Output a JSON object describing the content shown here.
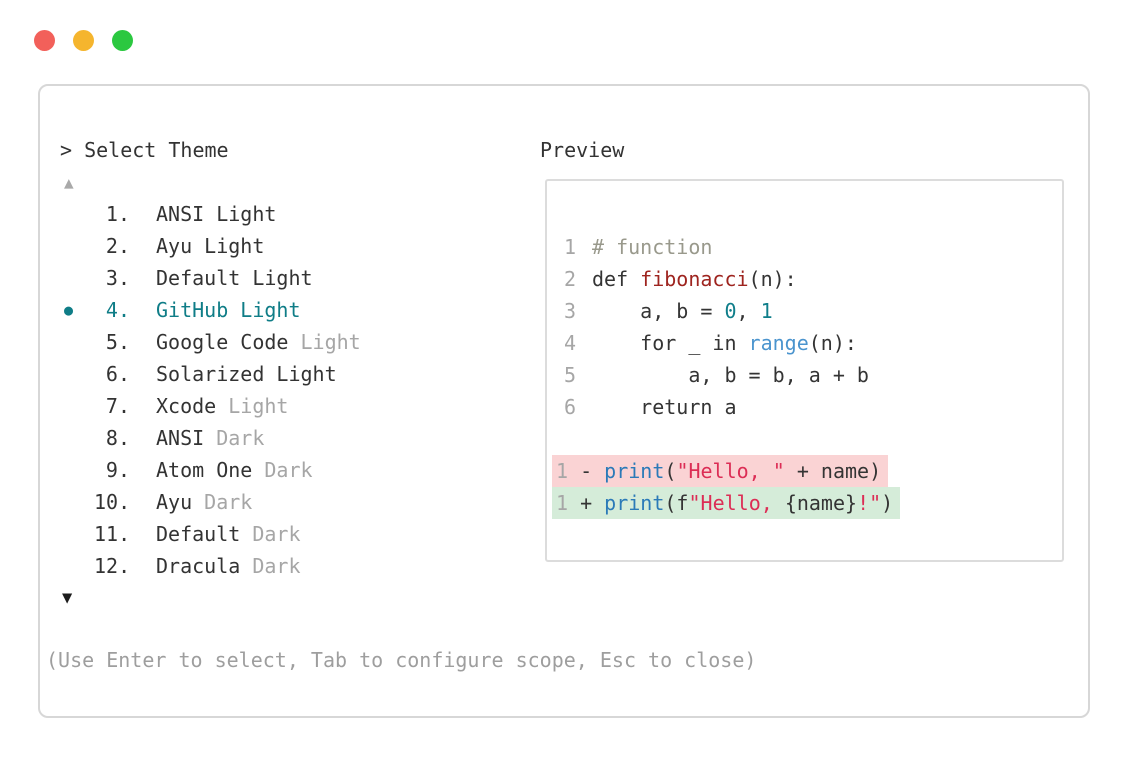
{
  "colors": {
    "text_dark": "#333333",
    "text_muted": "#a6a6a6",
    "help_gray": "#9e9e9e",
    "border_gray": "#d7d7d7",
    "accent_teal": "#0f7d87",
    "arrow_up_gray": "#a9a9a9",
    "arrow_down_dark": "#1c1c1c",
    "lnum": "#a6a6a6",
    "plain": "#343434",
    "comment": "#99998c",
    "fn": "#9e241f",
    "num": "#0f7e8a",
    "range": "#4a94ce",
    "print": "#2b7ab8",
    "str": "#dc2d55",
    "removed_bg": "#fad3d4",
    "added_bg": "#d5ecd9",
    "traffic_red": "#f2605a",
    "traffic_yellow": "#f5b52e",
    "traffic_green": "#2bc840"
  },
  "window_controls": [
    {
      "name": "close",
      "color_key": "traffic_red"
    },
    {
      "name": "minimize",
      "color_key": "traffic_yellow"
    },
    {
      "name": "zoom",
      "color_key": "traffic_green"
    }
  ],
  "prompt": {
    "caret": ">",
    "title": "Select Theme"
  },
  "list": {
    "scroll_up_symbol": "▲",
    "scroll_down_symbol": "▼",
    "selected_marker": "●",
    "items": [
      {
        "number": "1.",
        "name": "ANSI Light",
        "muted": "",
        "selected": false
      },
      {
        "number": "2.",
        "name": "Ayu Light",
        "muted": "",
        "selected": false
      },
      {
        "number": "3.",
        "name": "Default Light",
        "muted": "",
        "selected": false
      },
      {
        "number": "4.",
        "name": "GitHub Light",
        "muted": "",
        "selected": true
      },
      {
        "number": "5.",
        "name": "Google Code",
        "muted": "Light",
        "selected": false
      },
      {
        "number": "6.",
        "name": "Solarized Light",
        "muted": "",
        "selected": false
      },
      {
        "number": "7.",
        "name": "Xcode",
        "muted": "Light",
        "selected": false
      },
      {
        "number": "8.",
        "name": "ANSI",
        "muted": "Dark",
        "selected": false
      },
      {
        "number": "9.",
        "name": "Atom One",
        "muted": "Dark",
        "selected": false
      },
      {
        "number": "10.",
        "name": "Ayu",
        "muted": "Dark",
        "selected": false
      },
      {
        "number": "11.",
        "name": "Default",
        "muted": "Dark",
        "selected": false
      },
      {
        "number": "12.",
        "name": "Dracula",
        "muted": "Dark",
        "selected": false
      }
    ]
  },
  "preview": {
    "label": "Preview",
    "code_lines": [
      {
        "num": "1",
        "segments": [
          {
            "c": "comment",
            "t": "# function"
          }
        ]
      },
      {
        "num": "2",
        "segments": [
          {
            "c": "plain",
            "t": "def "
          },
          {
            "c": "fn",
            "t": "fibonacci"
          },
          {
            "c": "plain",
            "t": "(n):"
          }
        ]
      },
      {
        "num": "3",
        "segments": [
          {
            "c": "plain",
            "t": "    a, b = "
          },
          {
            "c": "num",
            "t": "0"
          },
          {
            "c": "plain",
            "t": ", "
          },
          {
            "c": "num",
            "t": "1"
          }
        ]
      },
      {
        "num": "4",
        "segments": [
          {
            "c": "plain",
            "t": "    for _ in "
          },
          {
            "c": "range",
            "t": "range"
          },
          {
            "c": "plain",
            "t": "(n):"
          }
        ]
      },
      {
        "num": "5",
        "segments": [
          {
            "c": "plain",
            "t": "        a, b = b, a + b"
          }
        ]
      },
      {
        "num": "6",
        "segments": [
          {
            "c": "plain",
            "t": "    return a"
          }
        ]
      }
    ],
    "diff_lines": [
      {
        "num": "1",
        "kind": "removed",
        "bg_key": "removed_bg",
        "segments": [
          {
            "c": "plain",
            "t": " - "
          },
          {
            "c": "print",
            "t": "print"
          },
          {
            "c": "plain",
            "t": "("
          },
          {
            "c": "str",
            "t": "\"Hello, \""
          },
          {
            "c": "plain",
            "t": " + name)"
          }
        ]
      },
      {
        "num": "1",
        "kind": "added",
        "bg_key": "added_bg",
        "segments": [
          {
            "c": "plain",
            "t": " + "
          },
          {
            "c": "print",
            "t": "print"
          },
          {
            "c": "plain",
            "t": "(f"
          },
          {
            "c": "str",
            "t": "\"Hello, "
          },
          {
            "c": "plain",
            "t": "{name}"
          },
          {
            "c": "str",
            "t": "!\""
          },
          {
            "c": "plain",
            "t": ")"
          }
        ]
      }
    ]
  },
  "footer": {
    "hint": "(Use Enter to select, Tab to configure scope, Esc to close)"
  }
}
